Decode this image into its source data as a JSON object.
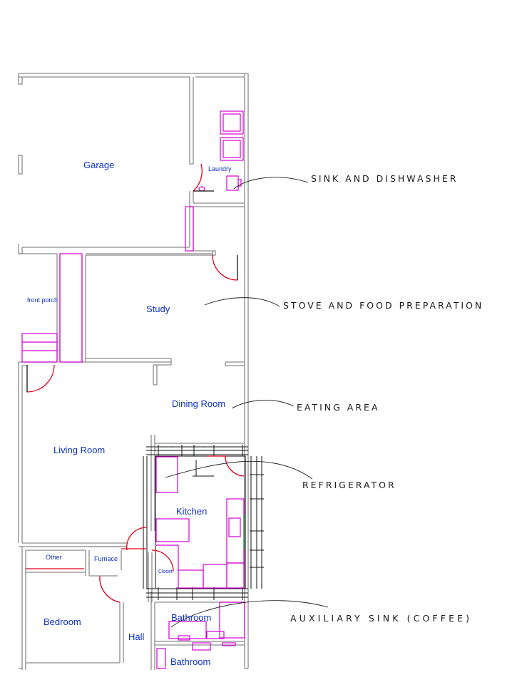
{
  "rooms": {
    "garage": "Garage",
    "laundry": "Laundry",
    "front_porch": "front porch",
    "study": "Study",
    "dining_room": "Dining Room",
    "living_room": "Living Room",
    "kitchen": "Kitchen",
    "other": "Other",
    "furnace": "Furnace",
    "closet": "Closet",
    "bedroom": "Bedroom",
    "hall": "Hall",
    "bathroom_1": "Bathroom",
    "bathroom_2": "Bathroom"
  },
  "callouts": {
    "sink_dishwasher": "SINK AND DISHWASHER",
    "stove_food_prep": "STOVE AND FOOD PREPARATION",
    "eating_area": "EATING AREA",
    "refrigerator": "REFRIGERATOR",
    "auxiliary_sink": "AUXILIARY SINK (COFFEE)"
  },
  "colors": {
    "walls": "#8c8c8c",
    "fixtures": "#d400d4",
    "doors": "#e0001a",
    "room_labels": "#0b32c8",
    "callout_text": "#1a1a1a"
  }
}
